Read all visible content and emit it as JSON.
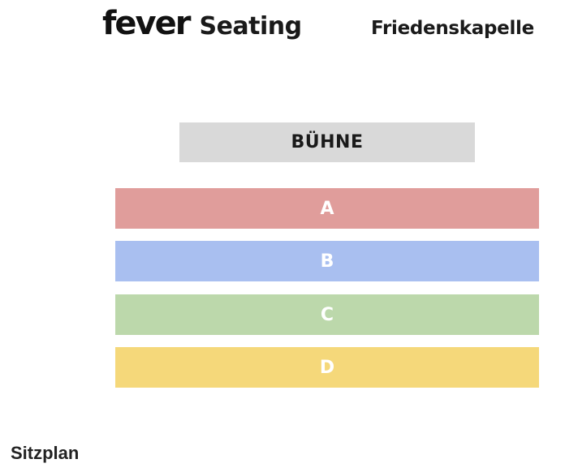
{
  "header": {
    "brand_logo": "fever",
    "brand_title": "Seating",
    "venue": "Friedenskapelle"
  },
  "seating_map": {
    "stage": {
      "label": "BÜHNE",
      "color": "#d9d9d9"
    },
    "sections": [
      {
        "label": "A",
        "color": "#e09d9b"
      },
      {
        "label": "B",
        "color": "#a9bff0"
      },
      {
        "label": "C",
        "color": "#bcd8ab"
      },
      {
        "label": "D",
        "color": "#f5d87a"
      }
    ]
  },
  "caption": "Sitzplan"
}
